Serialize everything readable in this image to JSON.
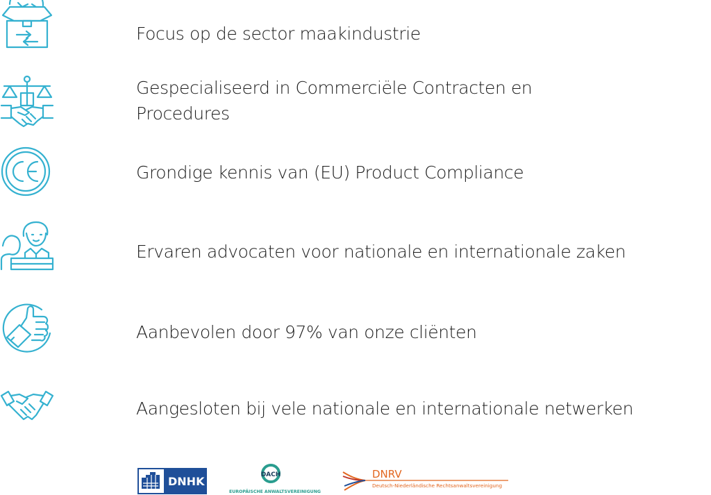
{
  "features": [
    {
      "icon": "box-with-arrows-icon",
      "text": "Focus op de sector maakindustrie"
    },
    {
      "icon": "scales-handshake-icon",
      "text": "Gespecialiseerd in Commerciële Contracten en Procedures"
    },
    {
      "icon": "ce-mark-icon",
      "text": "Grondige kennis van (EU) Product Compliance"
    },
    {
      "icon": "lawyer-client-icon",
      "text": "Ervaren advocaten voor nationale en internationale zaken"
    },
    {
      "icon": "thumbs-up-icon",
      "text": "Aanbevolen door 97% van onze cliënten"
    },
    {
      "icon": "handshake-icon",
      "text": "Aangesloten bij vele nationale en internationale netwerken"
    }
  ],
  "logos": {
    "dnhk": {
      "text": "DNHK",
      "color": "#1f4f99"
    },
    "dach": {
      "text": "DACH",
      "subtitle": "EUROPÄISCHE ANWALTSVEREINIGUNG",
      "color": "#2a9d8f"
    },
    "dnrv": {
      "text": "DNRV",
      "subtitle": "Deutsch-Niederländische Rechtsanwaltsvereinigung",
      "color": "#e2661f"
    }
  },
  "colors": {
    "icon": "#34b1d0",
    "text": "#1c1c1c"
  }
}
